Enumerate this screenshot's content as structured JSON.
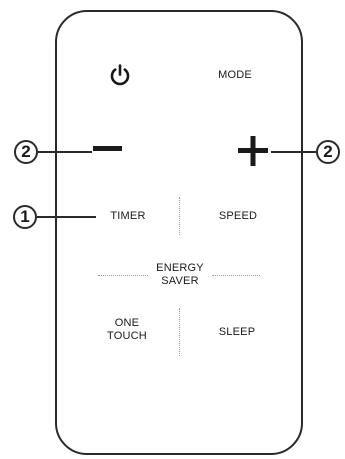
{
  "remote": {
    "power_icon": "power-icon",
    "mode_label": "MODE",
    "minus_symbol": "−",
    "plus_symbol": "+",
    "timer_label": "TIMER",
    "speed_label": "SPEED",
    "energy_saver_line1": "ENERGY",
    "energy_saver_line2": "SAVER",
    "one_touch_line1": "ONE",
    "one_touch_line2": "TOUCH",
    "sleep_label": "SLEEP"
  },
  "callouts": {
    "minus_callout": "2",
    "plus_callout": "2",
    "timer_callout": "1"
  }
}
